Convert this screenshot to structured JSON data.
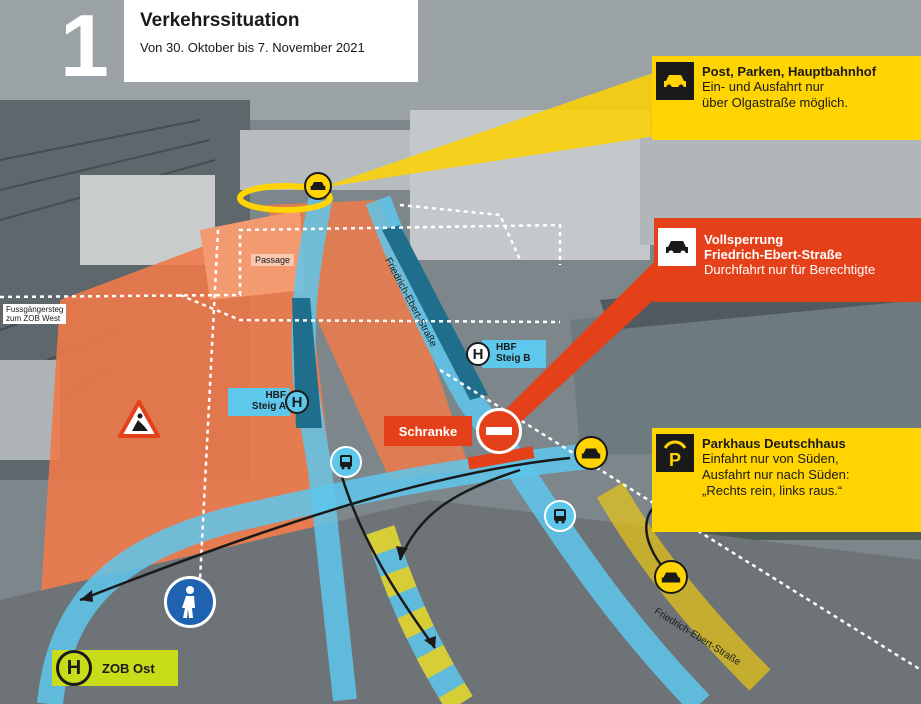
{
  "header": {
    "number": "1",
    "title": "Verkehrssituation",
    "subtitle": "Von 30. Oktober bis 7. November 2021"
  },
  "callouts": {
    "post": {
      "heading": "Post, Parken, Hauptbahnhof",
      "line1": "Ein- und Ausfahrt nur",
      "line2": "über Olgastraße möglich."
    },
    "vollsperrung": {
      "heading1": "Vollsperrung",
      "heading2": "Friedrich-Ebert-Straße",
      "line1": "Durchfahrt nur für Berechtigte"
    },
    "parkhaus": {
      "heading": "Parkhaus Deutschhaus",
      "line1": "Einfahrt nur von Süden,",
      "line2": "Ausfahrt nur nach Süden:",
      "line3": "„Rechts rein, links raus.“"
    }
  },
  "labels": {
    "passage": "Passage",
    "fussgaengersteg1": "Fussgängersteg",
    "fussgaengersteg2": "zum ZOB West",
    "steig_a1": "HBF",
    "steig_a2": "Steig A",
    "steig_b1": "HBF",
    "steig_b2": "Steig B",
    "h_symbol": "H",
    "schranke": "Schranke",
    "zob_ost": "ZOB Ost",
    "street_upper": "Friedrich-Ebert-Straße",
    "street_lower": "Friedrich-Ebert-Straße",
    "parking_symbol": "P"
  },
  "colors": {
    "yellow": "#ffd400",
    "red": "#e4411b",
    "blue_road": "#5ec7ec",
    "construction": "#f07a4a",
    "dark_lane": "#1f6e8c",
    "zob_green": "#c8dc1a",
    "pedestrian_blue": "#1f63b0"
  },
  "icons": [
    "car-icon",
    "bus-icon",
    "pedestrian-icon",
    "construction-warning-icon",
    "parking-icon",
    "no-entry-icon",
    "haltestelle-icon"
  ]
}
